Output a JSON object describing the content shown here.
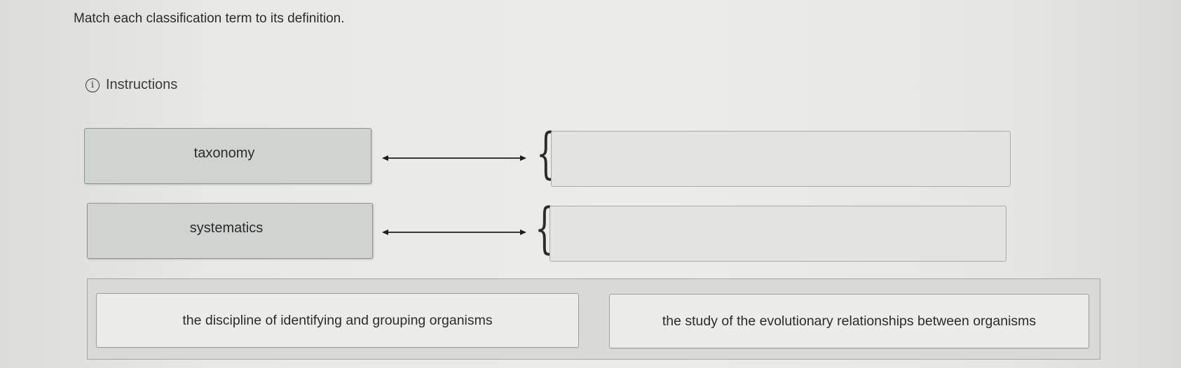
{
  "question": {
    "prompt": "Match each classification term to its definition."
  },
  "instructions": {
    "icon": "info-circle-icon",
    "icon_glyph": "i",
    "label": "Instructions"
  },
  "terms": [
    {
      "label": "taxonomy",
      "target_value": ""
    },
    {
      "label": "systematics",
      "target_value": ""
    }
  ],
  "definitions": [
    {
      "label": "the discipline of identifying and grouping organisms"
    },
    {
      "label": "the study of the evolutionary relationships between organisms"
    }
  ],
  "colors": {
    "term_background": "#cfd4d1",
    "target_background": "#e3e4e1",
    "bank_background": "#d9dad7",
    "definition_background": "#ececea"
  }
}
